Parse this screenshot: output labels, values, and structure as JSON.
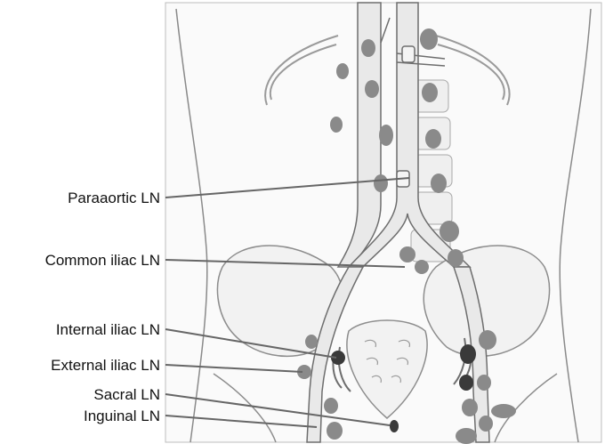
{
  "labels": [
    {
      "id": "paraaortic",
      "text": "Paraaortic LN"
    },
    {
      "id": "common-iliac",
      "text": "Common iliac LN"
    },
    {
      "id": "internal-iliac",
      "text": "Internal iliac LN"
    },
    {
      "id": "external-iliac",
      "text": "External iliac LN"
    },
    {
      "id": "sacral",
      "text": "Sacral LN"
    },
    {
      "id": "inguinal",
      "text": "Inguinal LN"
    }
  ],
  "colors": {
    "outline": "#6e6e6e",
    "vessel_fill": "#e9e9e9",
    "bone_fill": "#f0f0f0",
    "node_light": "#8a8a8a",
    "node_dark": "#3a3a3a",
    "leader": "#666666",
    "text": "#111111"
  }
}
